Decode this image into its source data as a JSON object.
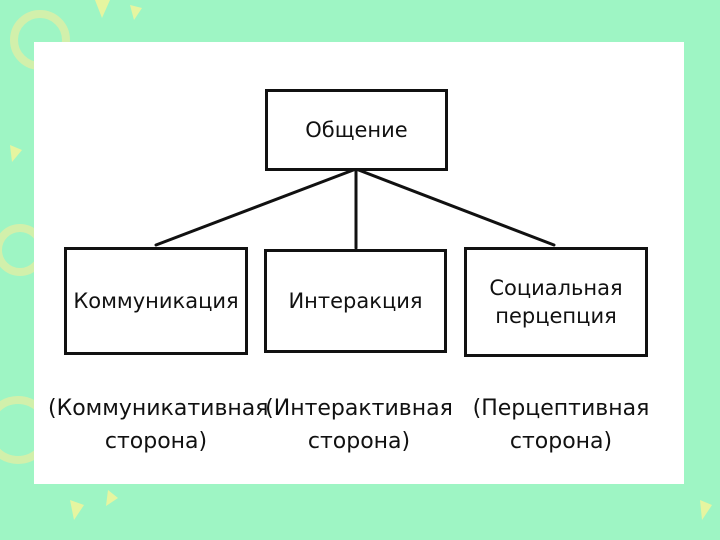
{
  "diagram": {
    "root": {
      "label": "Общение"
    },
    "children": [
      {
        "label_lines": [
          "Коммуникация"
        ],
        "caption_lines": [
          "(Коммуникативная",
          "сторона)"
        ]
      },
      {
        "label_lines": [
          "Интеракция"
        ],
        "caption_lines": [
          "(Интерактивная",
          "сторона)"
        ]
      },
      {
        "label_lines": [
          "Социальная",
          "перцепция"
        ],
        "caption_lines": [
          "(Перцептивная",
          "сторона)"
        ]
      }
    ]
  },
  "colors": {
    "background": "#9ef5c4",
    "panel": "#ffffff",
    "stroke": "#111111",
    "decoration": "#d7f0a8"
  }
}
